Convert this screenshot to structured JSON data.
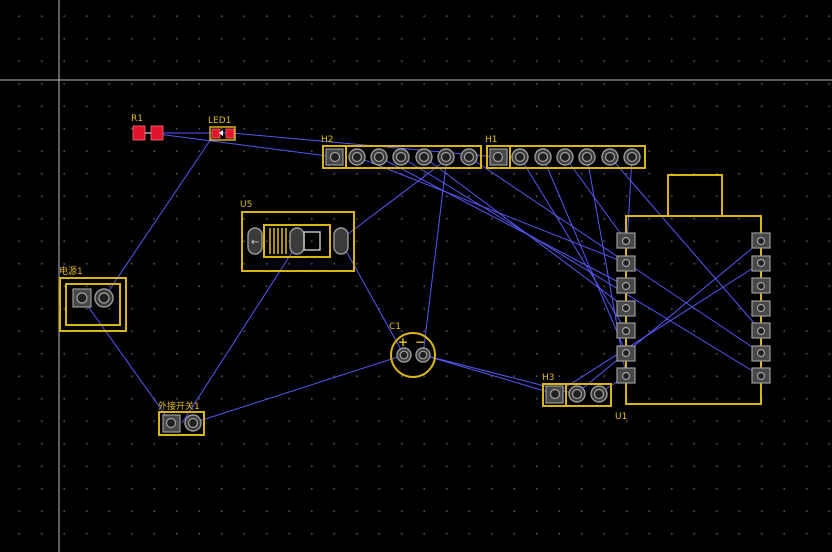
{
  "board": {
    "colors": {
      "background": "#000000",
      "silkscreen": "#d9b516",
      "ratsnest": "#5a5cff",
      "smd_pad": "#e0142a",
      "tht_pad": "#9a9a9a"
    },
    "components": {
      "r1": "R1",
      "led1": "LED1",
      "h2": "H2",
      "h1": "H1",
      "u5": "U5",
      "power": "电源1",
      "c1": "C1",
      "switch": "外接开关1",
      "h3": "H3",
      "u1": "U1"
    },
    "markings": {
      "c1_plus": "+",
      "c1_minus": "−",
      "u5_pin": "←"
    }
  }
}
